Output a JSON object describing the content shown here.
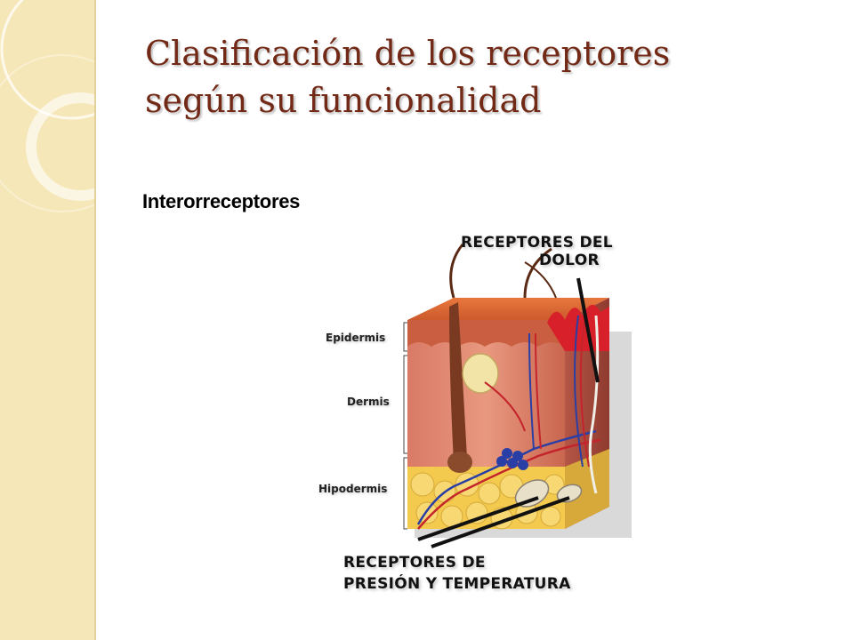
{
  "slide": {
    "title_line1": "Clasificación de los receptores",
    "title_line2": "según su funcionalidad",
    "subtitle": "Interorreceptores"
  },
  "figure": {
    "callout_top_line1": "RECEPTORES DEL",
    "callout_top_line2": "DOLOR",
    "callout_bottom_line1": "RECEPTORES DE",
    "callout_bottom_line2": "PRESIÓN Y TEMPERATURA",
    "layer_epidermis": "Epidermis",
    "layer_dermis": "Dermis",
    "layer_hipodermis": "Hipodermis"
  },
  "theme": {
    "title_color": "#722a17",
    "band_color": "#f6e7b8"
  }
}
